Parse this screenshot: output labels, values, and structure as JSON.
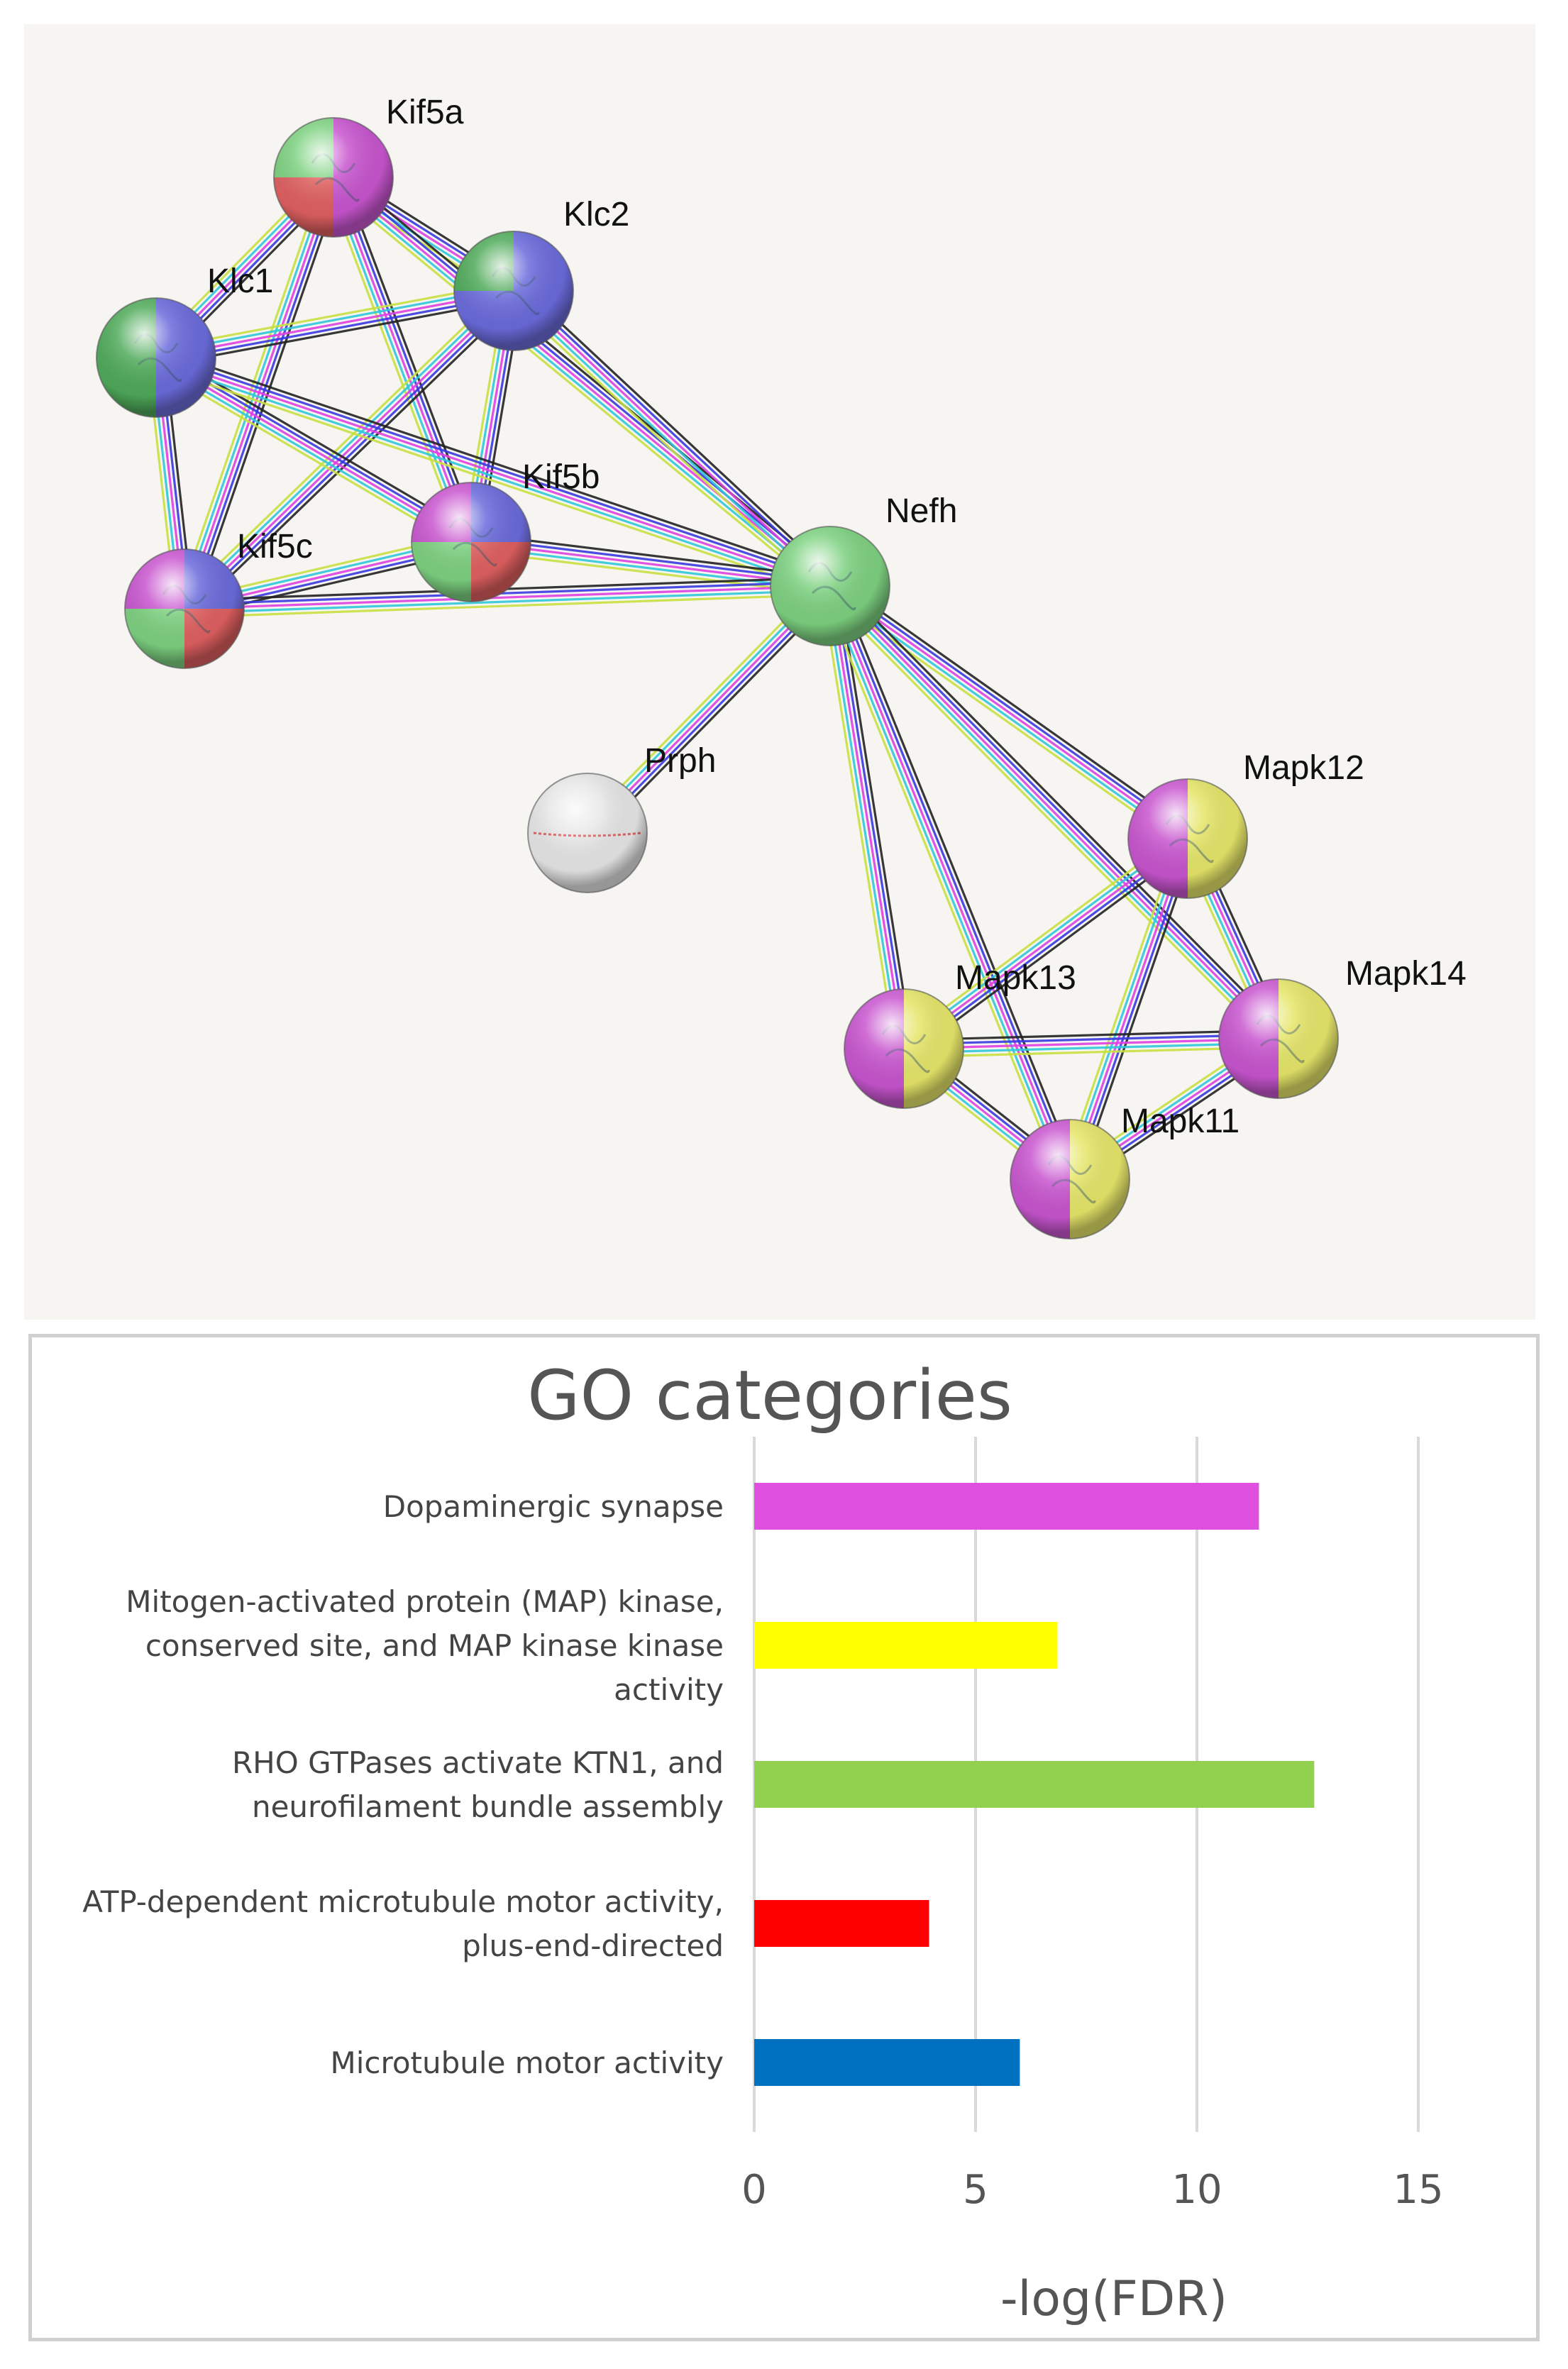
{
  "network": {
    "nodes": [
      {
        "id": "kif5a",
        "label": "Kif5a",
        "colors": [
          "#c855cf",
          "#c855cf",
          "#e06060",
          "#7dd180"
        ]
      },
      {
        "id": "klc2",
        "label": "Klc2",
        "colors": [
          "#6b6bdc",
          "#6b6bdc",
          "#6b6bdc",
          "#4faa5a"
        ]
      },
      {
        "id": "klc1",
        "label": "Klc1",
        "colors": [
          "#6b6bdc",
          "#6b6bdc",
          "#4faa5a",
          "#4faa5a"
        ]
      },
      {
        "id": "kif5b",
        "label": "Kif5b",
        "colors": [
          "#6b6bdc",
          "#e06060",
          "#7dd180",
          "#c855cf"
        ]
      },
      {
        "id": "kif5c",
        "label": "Kif5c",
        "colors": [
          "#6b6bdc",
          "#e06060",
          "#7dd180",
          "#c855cf"
        ]
      },
      {
        "id": "nefh",
        "label": "Nefh",
        "colors": [
          "#7dd180",
          "#7dd180",
          "#7dd180",
          "#7dd180"
        ]
      },
      {
        "id": "prph",
        "label": "Prph",
        "colors": [
          "#e6e6e6",
          "#e6e6e6",
          "#e6e6e6",
          "#e6e6e6"
        ]
      },
      {
        "id": "mapk12",
        "label": "Mapk12",
        "colors": [
          "#e6e66a",
          "#e6e66a",
          "#c855cf",
          "#c855cf"
        ]
      },
      {
        "id": "mapk13",
        "label": "Mapk13",
        "colors": [
          "#e6e66a",
          "#e6e66a",
          "#c855cf",
          "#c855cf"
        ]
      },
      {
        "id": "mapk14",
        "label": "Mapk14",
        "colors": [
          "#e6e66a",
          "#e6e66a",
          "#c855cf",
          "#c855cf"
        ]
      },
      {
        "id": "mapk11",
        "label": "Mapk11",
        "colors": [
          "#e6e66a",
          "#e6e66a",
          "#c855cf",
          "#c855cf"
        ]
      }
    ],
    "edges": [
      [
        "kif5a",
        "klc2"
      ],
      [
        "kif5a",
        "klc1"
      ],
      [
        "kif5a",
        "kif5b"
      ],
      [
        "kif5a",
        "kif5c"
      ],
      [
        "kif5a",
        "nefh"
      ],
      [
        "klc2",
        "klc1"
      ],
      [
        "klc2",
        "kif5b"
      ],
      [
        "klc2",
        "kif5c"
      ],
      [
        "klc2",
        "nefh"
      ],
      [
        "klc1",
        "kif5b"
      ],
      [
        "klc1",
        "kif5c"
      ],
      [
        "klc1",
        "nefh"
      ],
      [
        "kif5b",
        "kif5c"
      ],
      [
        "kif5b",
        "nefh"
      ],
      [
        "kif5c",
        "nefh"
      ],
      [
        "nefh",
        "prph"
      ],
      [
        "nefh",
        "mapk12"
      ],
      [
        "nefh",
        "mapk13"
      ],
      [
        "nefh",
        "mapk14"
      ],
      [
        "nefh",
        "mapk11"
      ],
      [
        "mapk12",
        "mapk13"
      ],
      [
        "mapk12",
        "mapk14"
      ],
      [
        "mapk12",
        "mapk11"
      ],
      [
        "mapk13",
        "mapk14"
      ],
      [
        "mapk13",
        "mapk11"
      ],
      [
        "mapk14",
        "mapk11"
      ]
    ],
    "edge_colors": [
      "#222222",
      "#3a3ae0",
      "#e040e0",
      "#30c8d8",
      "#c8e040"
    ]
  },
  "chart_data": {
    "type": "bar",
    "orientation": "horizontal",
    "title": "GO categories",
    "xlabel": "-log(FDR)",
    "ylabel": "",
    "xlim": [
      0,
      15
    ],
    "xticks": [
      0,
      5,
      10,
      15
    ],
    "grid": true,
    "categories": [
      {
        "lines": [
          "Dopaminergic synapse"
        ],
        "value": 11.4,
        "color": "#e050e0"
      },
      {
        "lines": [
          "Mitogen-activated protein (MAP) kinase,",
          "conserved site, and MAP kinase kinase",
          "activity"
        ],
        "value": 6.85,
        "color": "#ffff00"
      },
      {
        "lines": [
          "RHO GTPases activate KTN1, and",
          "neurofilament bundle assembly"
        ],
        "value": 12.65,
        "color": "#92d050"
      },
      {
        "lines": [
          "ATP-dependent microtubule motor activity,",
          "plus-end-directed"
        ],
        "value": 3.95,
        "color": "#ff0000"
      },
      {
        "lines": [
          "Microtubule motor activity"
        ],
        "value": 6.0,
        "color": "#0070c0"
      }
    ]
  }
}
